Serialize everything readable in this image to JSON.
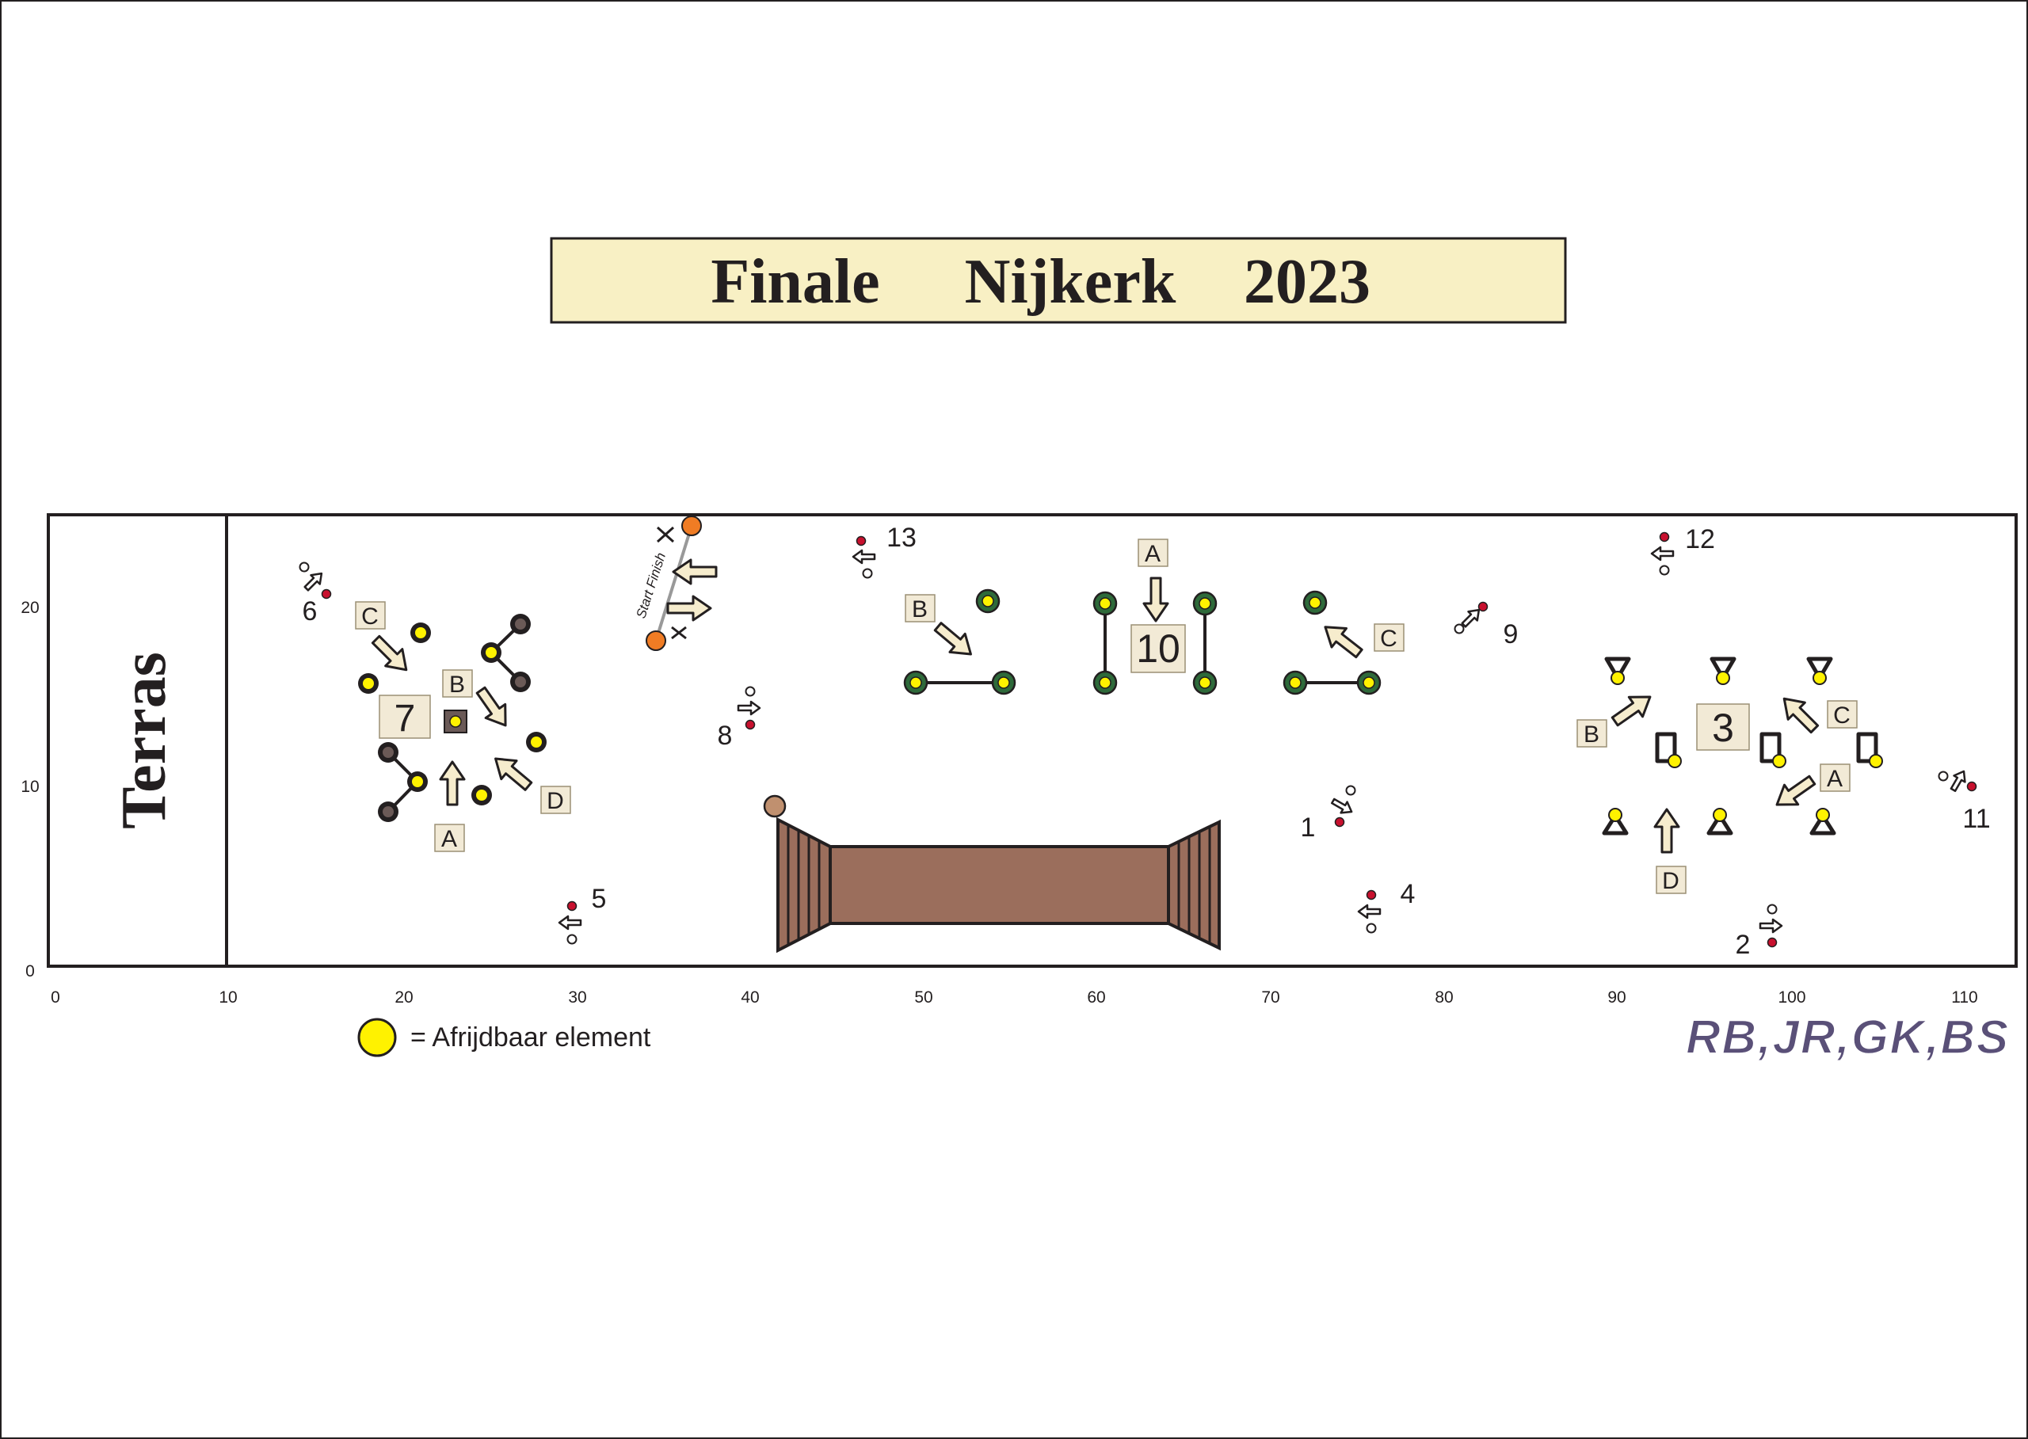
{
  "title": {
    "word1": "Finale",
    "word2": "Nijkerk",
    "word3": "2023"
  },
  "terras_label": "Terras",
  "start_finish_label": "Start Finish",
  "legend_text": "= Afrijdbaar element",
  "credits": "RB,JR,GK,BS",
  "axes": {
    "x_ticks": [
      "0",
      "10",
      "20",
      "30",
      "40",
      "50",
      "60",
      "70",
      "80",
      "90",
      "100",
      "110"
    ],
    "y_ticks": [
      "0",
      "10",
      "20"
    ]
  },
  "obstacles": {
    "o7": {
      "number": "7",
      "a": "A",
      "b": "B",
      "c": "C",
      "d": "D"
    },
    "o10": {
      "number": "10",
      "a": "A",
      "b": "B",
      "c": "C"
    },
    "o3": {
      "number": "3",
      "a": "A",
      "b": "B",
      "c": "C",
      "d": "D"
    }
  },
  "gates": [
    "1",
    "2",
    "4",
    "5",
    "6",
    "8",
    "9",
    "11",
    "12",
    "13"
  ],
  "colors": {
    "title_fill": "#f8f0c4",
    "label_fill": "#f2ead6",
    "yellow_element": "#fff200",
    "green_ring": "#2e6a3a",
    "grey_ring": "#6b5a57",
    "bridge_fill": "#9b6e5c",
    "orange_post": "#f07c24",
    "red_gate": "#c8102e",
    "credits_fill": "#5a5078"
  }
}
